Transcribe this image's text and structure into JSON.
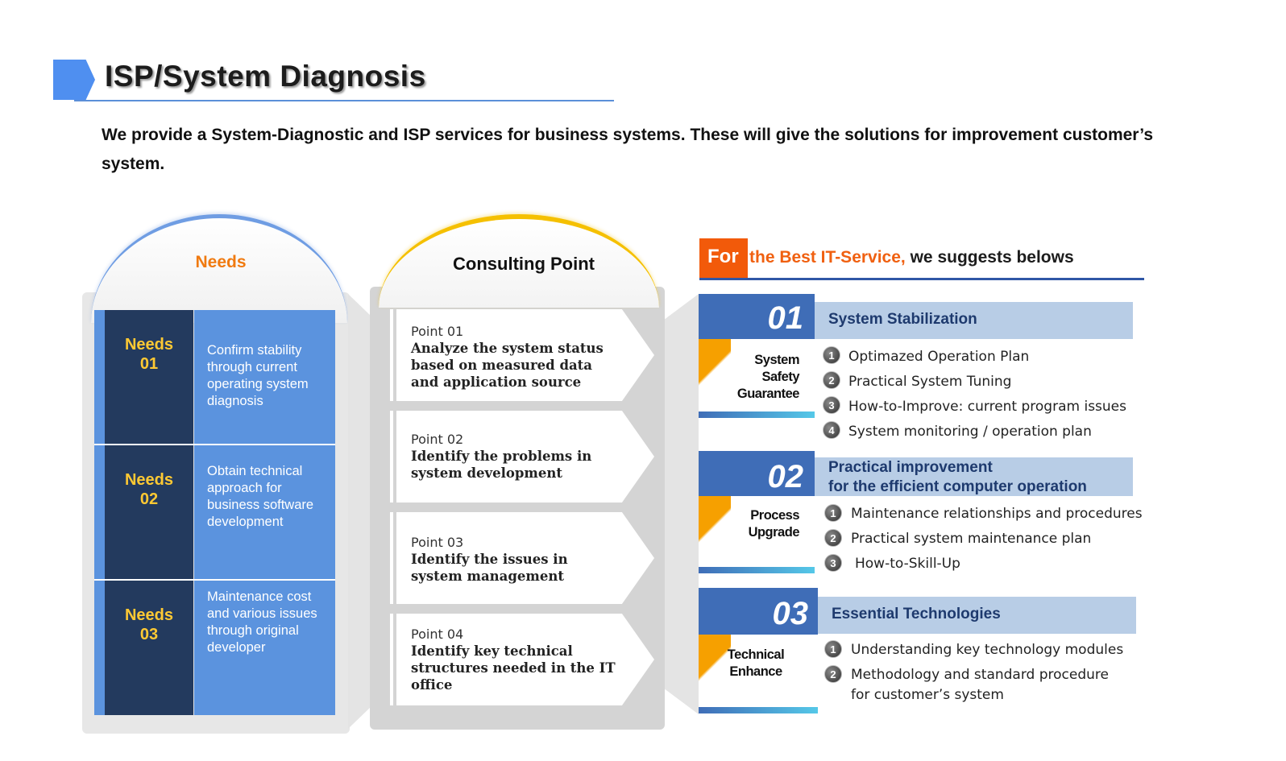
{
  "header": {
    "title": "ISP/System Diagnosis",
    "intro": "We provide a System-Diagnostic and ISP services for business systems. These will give the solutions for improvement customer’s system."
  },
  "needs": {
    "title": "Needs",
    "items": [
      {
        "label_a": "Needs",
        "label_b": "01",
        "text": "Confirm stability through current operating system diagnosis"
      },
      {
        "label_a": "Needs",
        "label_b": "02",
        "text": "Obtain technical approach for business software development"
      },
      {
        "label_a": "Needs",
        "label_b": "03",
        "text": "Maintenance cost and various issues through original developer"
      }
    ]
  },
  "consulting": {
    "title": "Consulting Point",
    "points": [
      {
        "num": "Point 01",
        "text": "Analyze the system status based on measured data and application source"
      },
      {
        "num": "Point 02",
        "text": "Identify the problems in system development"
      },
      {
        "num": "Point 03",
        "text": "Identify the issues in system management"
      },
      {
        "num": "Point 04",
        "text": "Identify key technical structures needed in the IT office"
      }
    ]
  },
  "suggest": {
    "for": "For",
    "orange_text": "the Best IT-Service,",
    "dark_text": "we suggests belows",
    "sections": [
      {
        "num": "01",
        "label_lines": [
          "System",
          "Safety",
          "Guarantee"
        ],
        "title_lines": [
          "System Stabilization"
        ],
        "items": [
          {
            "badge": "1",
            "text": "Optimazed Operation Plan"
          },
          {
            "badge": "2",
            "text": "Practical System Tuning"
          },
          {
            "badge": "3",
            "text": "How-to-Improve: current program issues"
          },
          {
            "badge": "4",
            "text": "System monitoring / operation plan"
          }
        ]
      },
      {
        "num": "02",
        "label_lines": [
          "Process",
          "Upgrade"
        ],
        "title_lines": [
          "Practical improvement",
          "for the efficient computer operation"
        ],
        "items": [
          {
            "badge": "1",
            "text": "Maintenance relationships and procedures"
          },
          {
            "badge": "2",
            "text": "Practical system maintenance plan"
          },
          {
            "badge": "3",
            "text": "How-to-Skill-Up"
          }
        ]
      },
      {
        "num": "03",
        "label_lines": [
          "Technical",
          "Enhance"
        ],
        "title_lines": [
          "Essential Technologies"
        ],
        "items": [
          {
            "badge": "1",
            "text": "Understanding key technology modules"
          },
          {
            "badge": "2",
            "text": "Methodology and standard procedure"
          },
          {
            "badge": "",
            "text": "for customer’s system"
          }
        ]
      }
    ]
  },
  "colors": {
    "accent_blue": "#4f8ff0",
    "dark_navy": "#233a5e",
    "needs_orange": "#f07a10",
    "highlight_yellow": "#ffc933",
    "consult_gold": "#f5c000",
    "for_orange": "#f25a0a"
  }
}
